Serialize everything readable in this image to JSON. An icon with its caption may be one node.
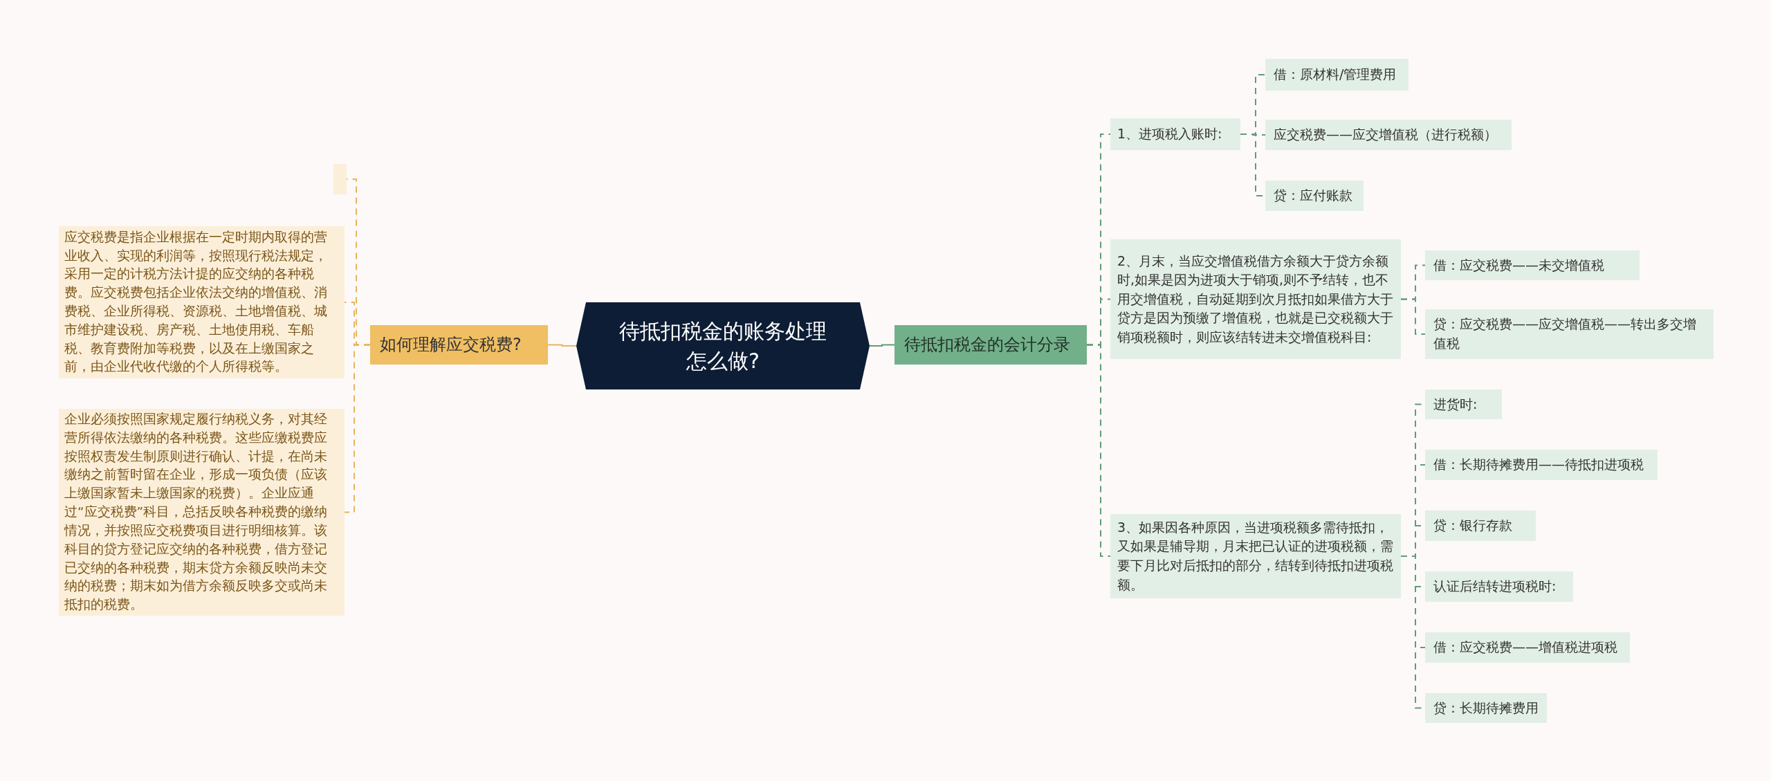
{
  "diagram": {
    "nodes": [
      {
        "text": [
          "待抵扣税金的账务处理怎么做?"
        ]
      },
      {
        "text": [
          "如何理解应交税费?"
        ]
      },
      {
        "text": [],
        "shape": "box"
      },
      {
        "text": [
          "应交税费是指企业根据在一定时期内取得的营业收入、实现的利润等，按照现行税法规定，采用一定的计税方法计提的应交纳的各种税费。应交税费包括企业依法交纳的增值税、消费税、企业所得税、资源税、土地增值税、城市维护建设税、房产税、土地使用税、车船税、教育费附加等税费，以及在上缴国家之前，由企业代收代缴的个人所得税等。"
        ]
      },
      {
        "text": [
          "企业必须按照国家规定履行纳税义务，对其经营所得依法缴纳的各种税费。这些应缴税费应按照权责发生制原则进行确认、计提，在尚未缴纳之前暂时留在企业，形成一项负债（应该上缴国家暂未上缴国家的税费）。企业应通过“应交税费”科目，总括反映各种税费的缴纳情况，并按照应交税费项目进行明细核算。该科目的贷方登记应交纳的各种税费，借方登记已交纳的各种税费，期末贷方余额反映尚未交纳的税费；期末如为借方余额反映多交或尚未抵扣的税费。"
        ]
      },
      {
        "text": [
          "待抵扣税金的会计分录"
        ]
      },
      {
        "text": [
          "1、进项税入账时:"
        ]
      },
      {
        "text": [
          "借：原材料/管理费用"
        ]
      },
      {
        "text": [
          "应交税费——应交增值税（进行税额）"
        ]
      },
      {
        "text": [
          "贷：应付账款"
        ]
      },
      {
        "text": [
          "2、月末，当应交增值税借方余额大于贷方余额时,如果是因为进项大于销项,则不予结转，也不用交增值税，自动延期到次月抵扣如果借方大于贷方是因为预缴了增值税，也就是已交税额大于销项税额时，则应该结转进未交增值税科目:"
        ]
      },
      {
        "text": [
          "借：应交税费——未交增值税"
        ]
      },
      {
        "text": [
          "贷：应交税费——应交增值税——转出多交增值税"
        ]
      },
      {
        "text": [
          "3、如果因各种原因，当进项税额多需待抵扣，又如果是辅导期，月末把已认证的进项税额，需要下月比对后抵扣的部分，结转到待抵扣进项税额。"
        ]
      },
      {
        "text": [
          "进货时:"
        ]
      },
      {
        "text": [
          "借：长期待摊费用——待抵扣进项税"
        ]
      },
      {
        "text": [
          "贷：银行存款"
        ]
      },
      {
        "text": [
          "认证后结转进项税时:"
        ]
      },
      {
        "text": [
          "借：应交税费——增值税进项税"
        ]
      },
      {
        "text": [
          "贷：长期待摊费用"
        ]
      }
    ],
    "edges": [
      {
        "from": 0,
        "to": 1,
        "arrow": "none",
        "color": "#e8b45c"
      },
      {
        "from": 1,
        "to": 2,
        "arrow": "none",
        "style": "dashed",
        "color": "#e8b45c"
      },
      {
        "from": 1,
        "to": 3,
        "arrow": "none",
        "style": "dashed",
        "color": "#e8b45c"
      },
      {
        "from": 1,
        "to": 4,
        "arrow": "none",
        "style": "dashed",
        "color": "#e8b45c"
      },
      {
        "from": 0,
        "to": 5,
        "arrow": "none"
      },
      {
        "from": 5,
        "to": 6,
        "arrow": "none",
        "style": "dashed"
      },
      {
        "from": 5,
        "to": 10,
        "arrow": "none",
        "style": "dashed"
      },
      {
        "from": 5,
        "to": 13,
        "arrow": "none",
        "style": "dashed"
      },
      {
        "from": 6,
        "to": 7,
        "arrow": "none",
        "style": "dashed"
      },
      {
        "from": 6,
        "to": 8,
        "arrow": "none",
        "style": "dashed"
      },
      {
        "from": 6,
        "to": 9,
        "arrow": "none",
        "style": "dashed"
      },
      {
        "from": 10,
        "to": 11,
        "arrow": "none",
        "style": "dashed"
      },
      {
        "from": 10,
        "to": 12,
        "arrow": "none",
        "style": "dashed"
      },
      {
        "from": 13,
        "to": 14,
        "arrow": "none",
        "style": "dashed"
      },
      {
        "from": 13,
        "to": 15,
        "arrow": "none",
        "style": "dashed"
      },
      {
        "from": 13,
        "to": 16,
        "arrow": "none",
        "style": "dashed"
      },
      {
        "from": 13,
        "to": 17,
        "arrow": "none",
        "style": "dashed"
      },
      {
        "from": 13,
        "to": 18,
        "arrow": "none",
        "style": "dashed"
      },
      {
        "from": 13,
        "to": 19,
        "arrow": "none",
        "style": "dashed"
      }
    ]
  }
}
